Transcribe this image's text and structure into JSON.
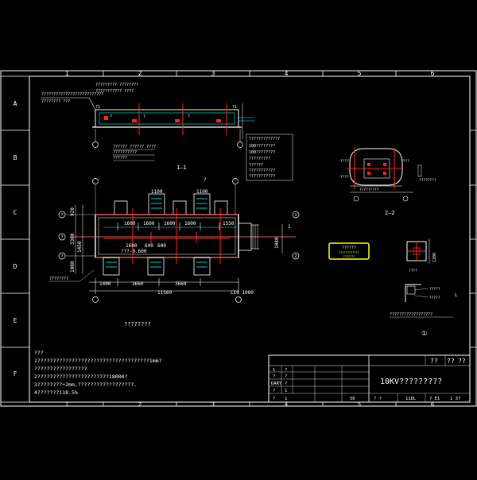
{
  "drawing": {
    "title": "10KV?????????",
    "main_plan_caption": "????????",
    "section_1_label": "1—1",
    "section_2_label": "2—2",
    "detail_mark": "①",
    "detail_caption": "??????????????????",
    "detail_subcaption": "L"
  },
  "border": {
    "col_numbers": [
      "1",
      "2",
      "3",
      "4",
      "5",
      "6"
    ],
    "row_letters": [
      "A",
      "B",
      "C",
      "D",
      "E",
      "F"
    ]
  },
  "notes": {
    "heading": "???",
    "lines": [
      "1????????????????????????????????????1mm?",
      "?????????????????",
      "2???????????????????????18000?",
      "3????????+2mm,??????????????????.",
      "4???????118.5%"
    ]
  },
  "title_block": {
    "top_right": [
      "??",
      "??",
      "??"
    ],
    "left_rows": [
      "1",
      "?",
      "DARY",
      "?",
      "?"
    ],
    "left_rows_b": [
      "?",
      "?",
      "?",
      "1",
      "1"
    ],
    "scale": "50",
    "drawn": "? ?",
    "sheet_code": "11DL",
    "sheet_no": "? E1",
    "sheet_total": "1 3?"
  },
  "plan": {
    "dims_top": [
      "1100",
      "1100"
    ],
    "dims_bays": [
      "1600",
      "1600",
      "1600",
      "1600",
      "1550"
    ],
    "dims_inner": [
      "1600",
      "600",
      "600"
    ],
    "dims_bottom": [
      "1400",
      "3660",
      "3660"
    ],
    "total_length": "11560",
    "left_dims": [
      "920",
      "1450",
      "1000"
    ],
    "right_dim": "1080",
    "left_height": "3360",
    "level_mark": "???-0.600",
    "axis_labels": [
      "?",
      "?",
      "?",
      "1",
      "2"
    ],
    "level_right": "LE0 1000"
  },
  "section1": {
    "note_top": "????????? ????????",
    "note_top2": "??????????? ????",
    "side_note": "??????????????????????????",
    "side_note2": "???????? ???",
    "legend_left": [
      "?????? ?????? ????",
      "??????????",
      "??????"
    ],
    "legend_right": [
      "?????????????",
      "100????????",
      "100????????",
      "?????????",
      "??????",
      "???????????",
      "???????????"
    ]
  },
  "yellow_tag": {
    "line1": "??????",
    "line2": "????????????",
    "line3": "???????"
  },
  "small_detail": {
    "labels": [
      "????",
      "?????",
      "?????"
    ],
    "dim": "1200"
  }
}
